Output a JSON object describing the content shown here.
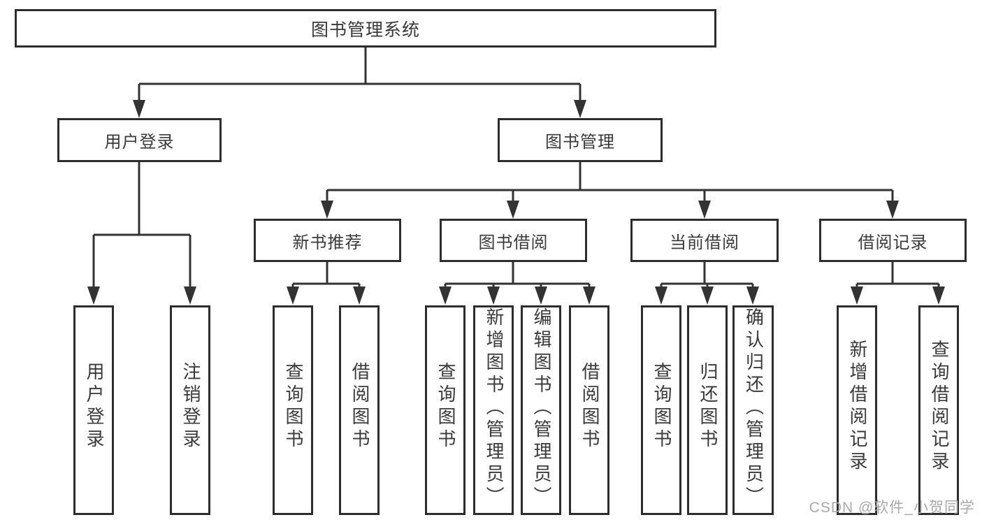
{
  "tree": {
    "label": "图书管理系统",
    "children": [
      {
        "label": "用户登录",
        "children": [
          {
            "label": "用户登录"
          },
          {
            "label": "注销登录"
          }
        ]
      },
      {
        "label": "图书管理",
        "children": [
          {
            "label": "新书推荐",
            "children": [
              {
                "label": "查询图书"
              },
              {
                "label": "借阅图书"
              }
            ]
          },
          {
            "label": "图书借阅",
            "children": [
              {
                "label": "查询图书"
              },
              {
                "label": "新增图书（管理员）"
              },
              {
                "label": "编辑图书（管理员）"
              },
              {
                "label": "借阅图书"
              }
            ]
          },
          {
            "label": "当前借阅",
            "children": [
              {
                "label": "查询图书"
              },
              {
                "label": "归还图书"
              },
              {
                "label": "确认归还（管理员）"
              }
            ]
          },
          {
            "label": "借阅记录",
            "children": [
              {
                "label": "新增借阅记录"
              },
              {
                "label": "查询借阅记录"
              }
            ]
          }
        ]
      }
    ]
  },
  "watermark": {
    "text": "CSDN @软件_小贺同学"
  },
  "colors": {
    "background": "#ffffff",
    "box_fill": "#ffffff",
    "box_border": "#2d2d2d",
    "text": "#3a3a3a",
    "connector": "#333333",
    "watermark": "#a9a9a9"
  }
}
